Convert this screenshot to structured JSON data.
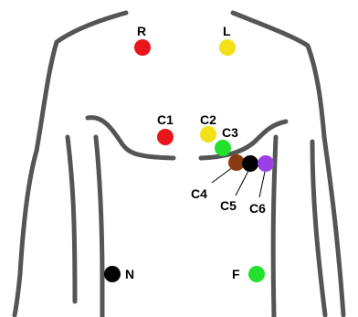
{
  "electrodes": {
    "R": {
      "label": "R",
      "color": "#e8151b"
    },
    "L": {
      "label": "L",
      "color": "#f2e018"
    },
    "C1": {
      "label": "C1",
      "color": "#e8151b"
    },
    "C2": {
      "label": "C2",
      "color": "#f2e018"
    },
    "C3": {
      "label": "C3",
      "color": "#22e02c"
    },
    "C4": {
      "label": "C4",
      "color": "#8b3a14"
    },
    "C5": {
      "label": "C5",
      "color": "#000000"
    },
    "C6": {
      "label": "C6",
      "color": "#9b3fe8"
    },
    "N": {
      "label": "N",
      "color": "#000000"
    },
    "F": {
      "label": "F",
      "color": "#22e02c"
    }
  }
}
